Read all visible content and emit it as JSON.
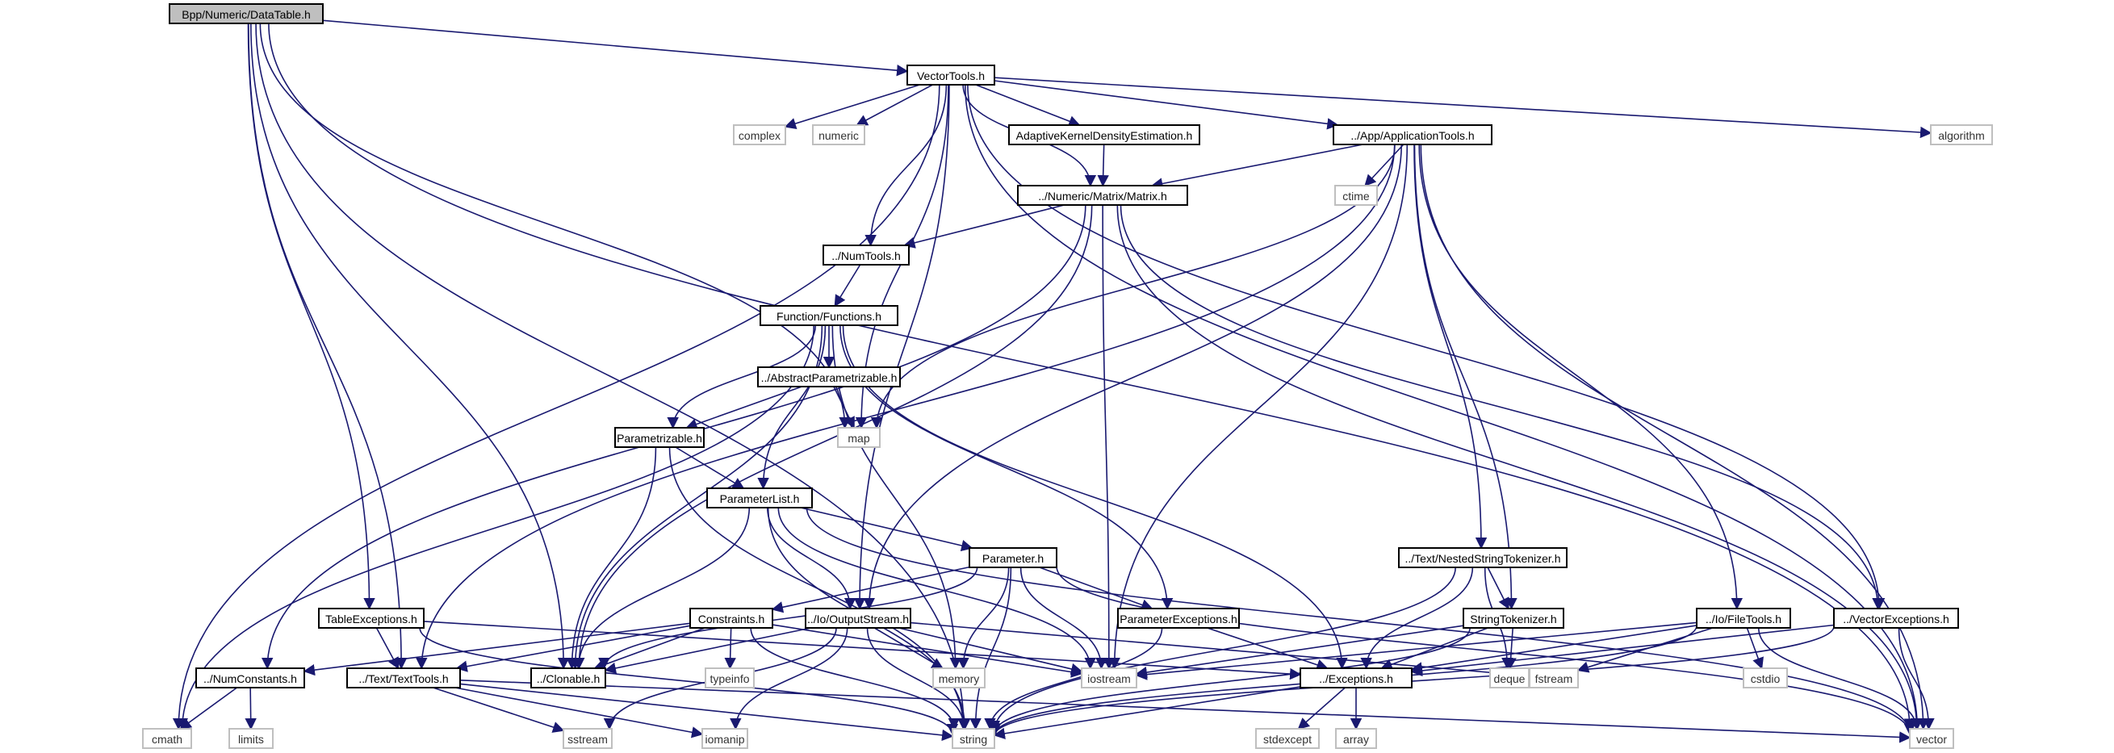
{
  "title": "Bpp/Numeric/DataTable.h",
  "colors": {
    "edge": "#191970",
    "local_border": "#000000",
    "system_border": "#bfbfbf",
    "root_fill": "#bfbfbf"
  },
  "nodes": [
    {
      "id": "datatable",
      "label": "Bpp/Numeric/DataTable.h",
      "kind": "root"
    },
    {
      "id": "vectortools",
      "label": "VectorTools.h",
      "kind": "local"
    },
    {
      "id": "complex",
      "label": "complex",
      "kind": "system"
    },
    {
      "id": "numeric",
      "label": "numeric",
      "kind": "system"
    },
    {
      "id": "akde",
      "label": "AdaptiveKernelDensityEstimation.h",
      "kind": "local"
    },
    {
      "id": "apptools",
      "label": "../App/ApplicationTools.h",
      "kind": "local"
    },
    {
      "id": "algorithm",
      "label": "algorithm",
      "kind": "system"
    },
    {
      "id": "matrix",
      "label": "../Numeric/Matrix/Matrix.h",
      "kind": "local"
    },
    {
      "id": "ctime",
      "label": "ctime",
      "kind": "system"
    },
    {
      "id": "numtools",
      "label": "../NumTools.h",
      "kind": "local"
    },
    {
      "id": "functions",
      "label": "Function/Functions.h",
      "kind": "local"
    },
    {
      "id": "abstractparam",
      "label": "../AbstractParametrizable.h",
      "kind": "local"
    },
    {
      "id": "map",
      "label": "map",
      "kind": "system"
    },
    {
      "id": "parametrizable",
      "label": "Parametrizable.h",
      "kind": "local"
    },
    {
      "id": "parameterlist",
      "label": "ParameterList.h",
      "kind": "local"
    },
    {
      "id": "parameter",
      "label": "Parameter.h",
      "kind": "local"
    },
    {
      "id": "nestedtok",
      "label": "../Text/NestedStringTokenizer.h",
      "kind": "local"
    },
    {
      "id": "tableexc",
      "label": "TableExceptions.h",
      "kind": "local"
    },
    {
      "id": "constraints",
      "label": "Constraints.h",
      "kind": "local"
    },
    {
      "id": "outputstream",
      "label": "../Io/OutputStream.h",
      "kind": "local"
    },
    {
      "id": "paramexc",
      "label": "ParameterExceptions.h",
      "kind": "local"
    },
    {
      "id": "stringtok",
      "label": "StringTokenizer.h",
      "kind": "local"
    },
    {
      "id": "filetools",
      "label": "../Io/FileTools.h",
      "kind": "local"
    },
    {
      "id": "vectorexc",
      "label": "../VectorExceptions.h",
      "kind": "local"
    },
    {
      "id": "numconst",
      "label": "../NumConstants.h",
      "kind": "local"
    },
    {
      "id": "texttools",
      "label": "../Text/TextTools.h",
      "kind": "local"
    },
    {
      "id": "clonable",
      "label": "../Clonable.h",
      "kind": "local"
    },
    {
      "id": "typeinfo",
      "label": "typeinfo",
      "kind": "system"
    },
    {
      "id": "memory",
      "label": "memory",
      "kind": "system"
    },
    {
      "id": "iostream",
      "label": "iostream",
      "kind": "system"
    },
    {
      "id": "exceptions",
      "label": "../Exceptions.h",
      "kind": "local"
    },
    {
      "id": "deque",
      "label": "deque",
      "kind": "system"
    },
    {
      "id": "fstream",
      "label": "fstream",
      "kind": "system"
    },
    {
      "id": "cstdio",
      "label": "cstdio",
      "kind": "system"
    },
    {
      "id": "cmath",
      "label": "cmath",
      "kind": "system"
    },
    {
      "id": "limits",
      "label": "limits",
      "kind": "system"
    },
    {
      "id": "sstream",
      "label": "sstream",
      "kind": "system"
    },
    {
      "id": "iomanip",
      "label": "iomanip",
      "kind": "system"
    },
    {
      "id": "string",
      "label": "string",
      "kind": "system"
    },
    {
      "id": "stdexcept",
      "label": "stdexcept",
      "kind": "system"
    },
    {
      "id": "array",
      "label": "array",
      "kind": "system"
    },
    {
      "id": "vector",
      "label": "vector",
      "kind": "system"
    }
  ],
  "edges": [
    [
      "datatable",
      "vectortools"
    ],
    [
      "datatable",
      "vector"
    ],
    [
      "datatable",
      "map"
    ],
    [
      "datatable",
      "tableexc"
    ],
    [
      "datatable",
      "texttools"
    ],
    [
      "datatable",
      "clonable"
    ],
    [
      "datatable",
      "string"
    ],
    [
      "vectortools",
      "complex"
    ],
    [
      "vectortools",
      "numeric"
    ],
    [
      "vectortools",
      "akde"
    ],
    [
      "vectortools",
      "apptools"
    ],
    [
      "vectortools",
      "algorithm"
    ],
    [
      "vectortools",
      "matrix"
    ],
    [
      "vectortools",
      "numtools"
    ],
    [
      "vectortools",
      "map"
    ],
    [
      "vectortools",
      "vectorexc"
    ],
    [
      "vectortools",
      "cmath"
    ],
    [
      "vectortools",
      "outputstream"
    ],
    [
      "vectortools",
      "vector"
    ],
    [
      "akde",
      "matrix"
    ],
    [
      "apptools",
      "matrix"
    ],
    [
      "apptools",
      "ctime"
    ],
    [
      "apptools",
      "map"
    ],
    [
      "apptools",
      "outputstream"
    ],
    [
      "apptools",
      "iostream"
    ],
    [
      "apptools",
      "nestedtok"
    ],
    [
      "apptools",
      "stringtok"
    ],
    [
      "apptools",
      "filetools"
    ],
    [
      "apptools",
      "vector"
    ],
    [
      "apptools",
      "texttools"
    ],
    [
      "matrix",
      "numtools"
    ],
    [
      "matrix",
      "numconst"
    ],
    [
      "matrix",
      "clonable"
    ],
    [
      "matrix",
      "vectorexc"
    ],
    [
      "matrix",
      "iostream"
    ],
    [
      "matrix",
      "vector"
    ],
    [
      "numtools",
      "functions"
    ],
    [
      "functions",
      "abstractparam"
    ],
    [
      "functions",
      "parametrizable"
    ],
    [
      "functions",
      "parameterlist"
    ],
    [
      "functions",
      "memory"
    ],
    [
      "functions",
      "clonable"
    ],
    [
      "functions",
      "cmath"
    ],
    [
      "functions",
      "paramexc"
    ],
    [
      "functions",
      "exceptions"
    ],
    [
      "abstractparam",
      "map"
    ],
    [
      "abstractparam",
      "parametrizable"
    ],
    [
      "parametrizable",
      "parameterlist"
    ],
    [
      "parametrizable",
      "clonable"
    ],
    [
      "parametrizable",
      "string"
    ],
    [
      "parameterlist",
      "parameter"
    ],
    [
      "parameterlist",
      "outputstream"
    ],
    [
      "parameterlist",
      "clonable"
    ],
    [
      "parameterlist",
      "iostream"
    ],
    [
      "parameterlist",
      "string"
    ],
    [
      "parameterlist",
      "vector"
    ],
    [
      "parameter",
      "constraints"
    ],
    [
      "parameter",
      "paramexc"
    ],
    [
      "parameter",
      "clonable"
    ],
    [
      "parameter",
      "memory"
    ],
    [
      "parameter",
      "iostream"
    ],
    [
      "parameter",
      "string"
    ],
    [
      "parameter",
      "vector"
    ],
    [
      "nestedtok",
      "stringtok"
    ],
    [
      "nestedtok",
      "exceptions"
    ],
    [
      "nestedtok",
      "deque"
    ],
    [
      "nestedtok",
      "string"
    ],
    [
      "tableexc",
      "texttools"
    ],
    [
      "tableexc",
      "exceptions"
    ],
    [
      "tableexc",
      "string"
    ],
    [
      "constraints",
      "clonable"
    ],
    [
      "constraints",
      "typeinfo"
    ],
    [
      "constraints",
      "numconst"
    ],
    [
      "constraints",
      "texttools"
    ],
    [
      "constraints",
      "iostream"
    ],
    [
      "constraints",
      "string"
    ],
    [
      "outputstream",
      "clonable"
    ],
    [
      "outputstream",
      "iostream"
    ],
    [
      "outputstream",
      "fstream"
    ],
    [
      "outputstream",
      "sstream"
    ],
    [
      "outputstream",
      "iomanip"
    ],
    [
      "outputstream",
      "memory"
    ],
    [
      "outputstream",
      "string"
    ],
    [
      "paramexc",
      "exceptions"
    ],
    [
      "paramexc",
      "string"
    ],
    [
      "stringtok",
      "exceptions"
    ],
    [
      "stringtok",
      "deque"
    ],
    [
      "stringtok",
      "iostream"
    ],
    [
      "stringtok",
      "string"
    ],
    [
      "filetools",
      "exceptions"
    ],
    [
      "filetools",
      "fstream"
    ],
    [
      "filetools",
      "cstdio"
    ],
    [
      "filetools",
      "iostream"
    ],
    [
      "filetools",
      "vector"
    ],
    [
      "filetools",
      "string"
    ],
    [
      "vectorexc",
      "exceptions"
    ],
    [
      "vectorexc",
      "vector"
    ],
    [
      "vectorexc",
      "string"
    ],
    [
      "numconst",
      "cmath"
    ],
    [
      "numconst",
      "limits"
    ],
    [
      "texttools",
      "sstream"
    ],
    [
      "texttools",
      "iomanip"
    ],
    [
      "texttools",
      "string"
    ],
    [
      "texttools",
      "vector"
    ],
    [
      "exceptions",
      "stdexcept"
    ],
    [
      "exceptions",
      "array"
    ],
    [
      "exceptions",
      "string"
    ]
  ]
}
